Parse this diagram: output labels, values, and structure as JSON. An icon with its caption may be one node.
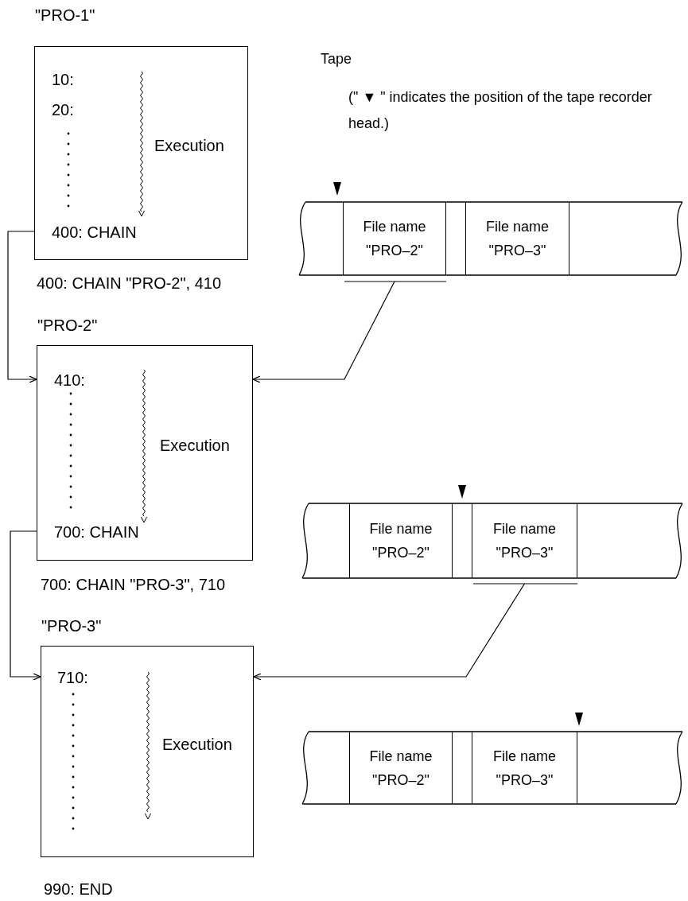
{
  "diagram": {
    "nodes": [
      {
        "text": [
          "\"PRO-1\"",
          "10:",
          "20:",
          "Execution",
          "400: CHAIN"
        ],
        "beside": [
          "400: CHAIN \"PRO-2\", 410"
        ]
      },
      {
        "text": [],
        "shape": "bar"
      },
      {
        "text": [
          "File name \"PRO–2\""
        ],
        "in": 1
      },
      {
        "text": [
          "File name \"PRO–3\""
        ],
        "in": 1
      },
      {
        "text": [
          "\"PRO-2\"",
          "410:",
          "Execution",
          "700: CHAIN"
        ],
        "beside": [
          "700: CHAIN \"PRO-3\", 710"
        ]
      },
      {
        "text": [],
        "shape": "bar"
      },
      {
        "text": [
          "File name \"PRO–2\""
        ],
        "in": 5
      },
      {
        "text": [
          "File name \"PRO–3\""
        ],
        "in": 5
      },
      {
        "text": [
          "\"PRO-3\"",
          "710:",
          "Execution"
        ],
        "beside": [
          "990: END"
        ]
      },
      {
        "text": [],
        "shape": "bar"
      },
      {
        "text": [
          "File name \"PRO–2\""
        ],
        "in": 9
      },
      {
        "text": [
          "File name \"PRO–3\""
        ],
        "in": 9
      }
    ],
    "edges": [
      {
        "from": 0,
        "to": 4,
        "arrow": "to"
      },
      {
        "from": 2,
        "to": 4,
        "arrow": "to"
      },
      {
        "from": 4,
        "to": 8,
        "arrow": "to"
      },
      {
        "from": 7,
        "to": 8,
        "arrow": "to"
      }
    ],
    "labels": [
      "Tape",
      "(\" ▼ \" indicates the position of the tape recorder head.)"
    ]
  }
}
